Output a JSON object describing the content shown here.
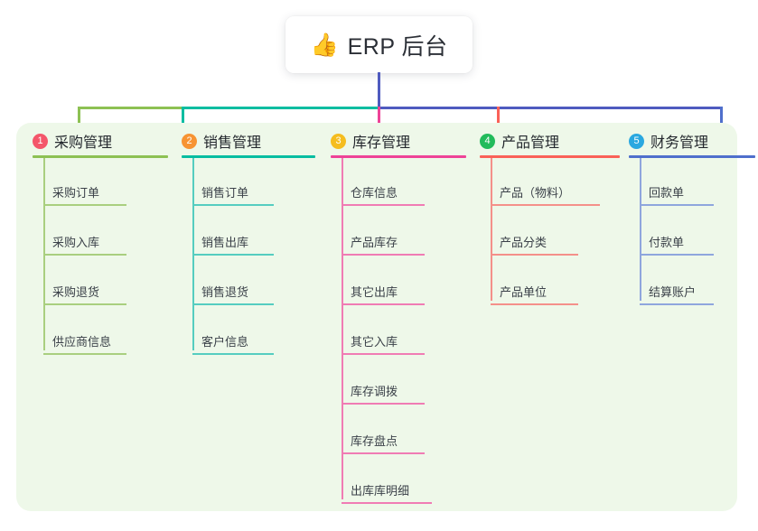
{
  "root": {
    "icon": "thumbs-up-emoji",
    "emoji": "👍",
    "title": "ERP 后台"
  },
  "palette": {
    "panel_bg": "#eef8e9",
    "page_bg": "#ffffff",
    "text": "#24282e",
    "leaf_text": "#3b4149",
    "trunk": "#4f5bbf",
    "bar_green": "#8dc153",
    "bar_teal": "#07bda1",
    "bar_blue": "#4f5bbf"
  },
  "columns": [
    {
      "number": "1",
      "title": "采购管理",
      "badge_color": "#f4566a",
      "line_color": "#8dc153",
      "leaf_line_color": "#a9cf7f",
      "items": [
        {
          "label": "采购订单"
        },
        {
          "label": "采购入库"
        },
        {
          "label": "采购退货"
        },
        {
          "label": "供应商信息"
        }
      ]
    },
    {
      "number": "2",
      "title": "销售管理",
      "badge_color": "#f79433",
      "line_color": "#07bda1",
      "leaf_line_color": "#55cdc0",
      "items": [
        {
          "label": "销售订单"
        },
        {
          "label": "销售出库"
        },
        {
          "label": "销售退货"
        },
        {
          "label": "客户信息"
        }
      ]
    },
    {
      "number": "3",
      "title": "库存管理",
      "badge_color": "#f5bd1f",
      "line_color": "#ee4397",
      "leaf_line_color": "#f07cb4",
      "items": [
        {
          "label": "仓库信息"
        },
        {
          "label": "产品库存"
        },
        {
          "label": "其它出库"
        },
        {
          "label": "其它入库"
        },
        {
          "label": "库存调拨"
        },
        {
          "label": "库存盘点"
        },
        {
          "label": "出库库明细"
        }
      ]
    },
    {
      "number": "4",
      "title": "产品管理",
      "badge_color": "#22bb5b",
      "line_color": "#fa6158",
      "leaf_line_color": "#f4908a",
      "items": [
        {
          "label": "产品（物料）"
        },
        {
          "label": "产品分类"
        },
        {
          "label": "产品单位"
        }
      ]
    },
    {
      "number": "5",
      "title": "财务管理",
      "badge_color": "#2aa8e0",
      "line_color": "#4f6fcc",
      "leaf_line_color": "#8fa6dd",
      "items": [
        {
          "label": "回款单"
        },
        {
          "label": "付款单"
        },
        {
          "label": "结算账户"
        }
      ]
    }
  ]
}
